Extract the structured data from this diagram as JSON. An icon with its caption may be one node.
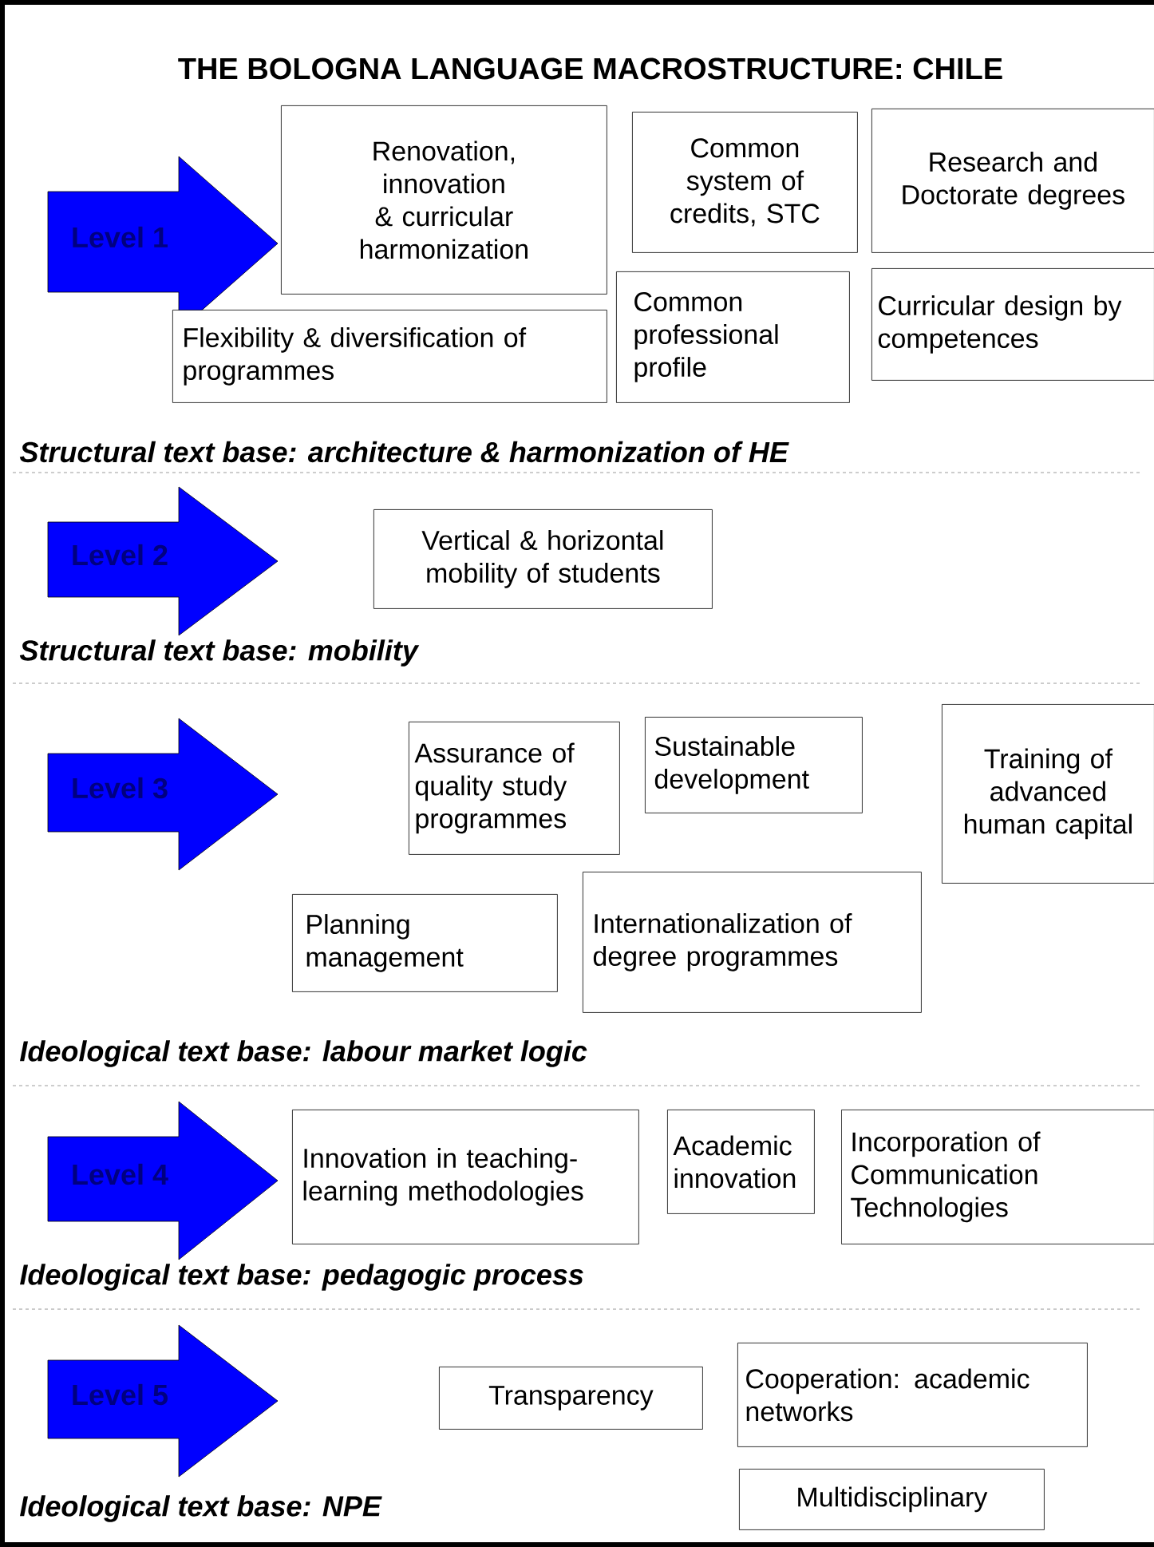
{
  "diagram": {
    "title": "THE BOLOGNA LANGUAGE MACROSTRUCTURE:  CHILE",
    "nodes": [
      {
        "text": [
          "Level 1"
        ]
      },
      {
        "text": [
          "Renovation, innovation & curricular harmonization"
        ]
      },
      {
        "text": [
          "Common system of credits, STC"
        ]
      },
      {
        "text": [
          "Research and Doctorate degrees"
        ]
      },
      {
        "text": [
          "Flexibility & diversification of programmes"
        ]
      },
      {
        "text": [
          "Common professional profile"
        ]
      },
      {
        "text": [
          "Curricular design by competences"
        ]
      },
      {
        "text": [
          "Level 2"
        ]
      },
      {
        "text": [
          "Vertical & horizontal mobility of students"
        ]
      },
      {
        "text": [
          "Level 3"
        ]
      },
      {
        "text": [
          "Assurance of quality study programmes"
        ]
      },
      {
        "text": [
          "Sustainable development"
        ]
      },
      {
        "text": [
          "Training of advanced human capital"
        ]
      },
      {
        "text": [
          "Planning management"
        ]
      },
      {
        "text": [
          "Internationalization of degree programmes"
        ]
      },
      {
        "text": [
          "Level 4"
        ]
      },
      {
        "text": [
          "Innovation in teaching-learning methodologies"
        ]
      },
      {
        "text": [
          "Academic innovation"
        ]
      },
      {
        "text": [
          "Incorporation of Communication Technologies"
        ]
      },
      {
        "text": [
          "Level 5"
        ]
      },
      {
        "text": [
          "Transparency"
        ]
      },
      {
        "text": [
          "Cooperation: academic networks"
        ]
      },
      {
        "text": [
          "Multidisciplinary"
        ]
      }
    ],
    "labels": [
      "Structural text base: architecture & harmonization of HE",
      "Structural text base: mobility",
      "Ideological text base: labour market logic",
      "Ideological text base: pedagogic process",
      "Ideological text base: NPE"
    ]
  }
}
